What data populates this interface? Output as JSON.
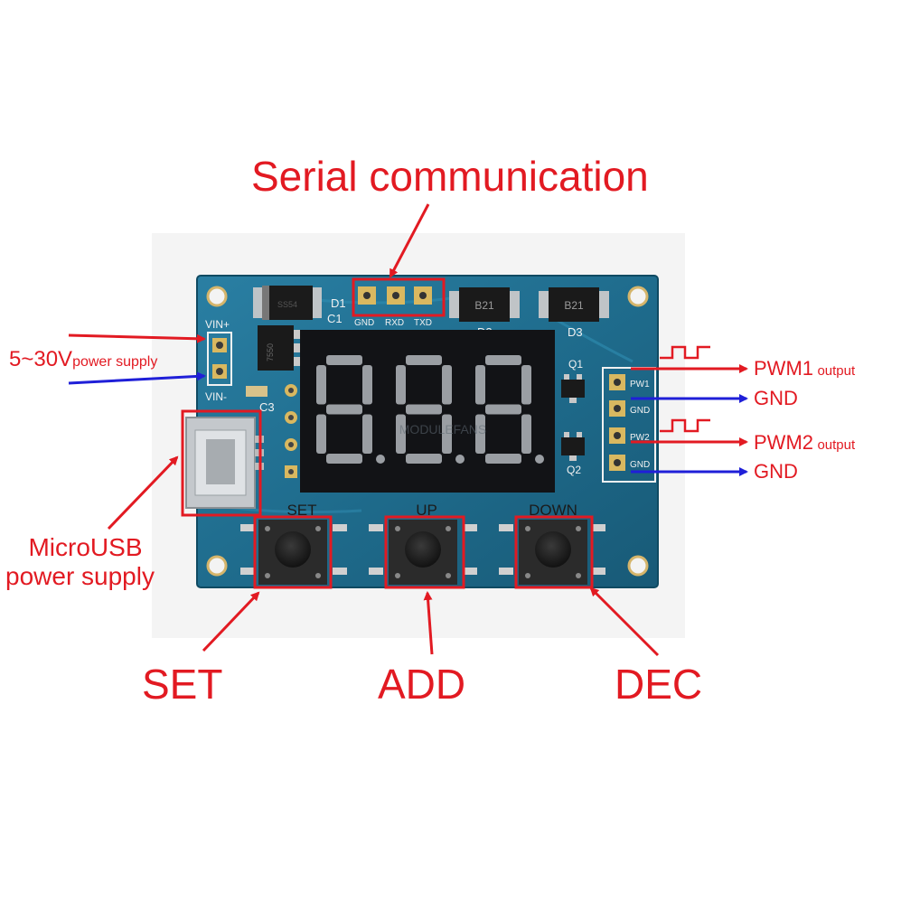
{
  "colors": {
    "callout_red": "#e21a22",
    "arrow_blue": "#1f1fd8",
    "pcb_blue": "#1f6c8d",
    "display_black": "#121316",
    "segment_grey": "#9a9ea3"
  },
  "callouts": {
    "serial": "Serial communication",
    "power_voltage": "5~30V",
    "power_suffix": "power supply",
    "microusb_line1": "MicroUSB",
    "microusb_line2": "power supply",
    "pwm1": "PWM1",
    "pwm1_suffix": "output",
    "gnd1": "GND",
    "pwm2": "PWM2",
    "pwm2_suffix": "output",
    "gnd2": "GND",
    "set": "SET",
    "add": "ADD",
    "dec": "DEC"
  },
  "board": {
    "silk_d1": "D1",
    "silk_c1": "C1",
    "silk_c3": "C3",
    "silk_d2": "D2",
    "silk_d3": "D3",
    "silk_q1": "Q1",
    "silk_q2": "Q2",
    "silk_vin_plus": "VIN+",
    "silk_vin_minus": "VIN-",
    "silk_gnd": "GND",
    "silk_rxd": "RXD",
    "silk_txd": "TXD",
    "silk_pw1": "PW1",
    "silk_gnd_a": "GND",
    "silk_pw2": "PW2",
    "silk_gnd_b": "GND",
    "diode_d2": "B21",
    "diode_d3": "B21",
    "diode_d1": "SS54",
    "regulator": "7550",
    "button_set": "SET",
    "button_up": "UP",
    "button_down": "DOWN",
    "display_digits": "888",
    "watermark": "MODULEFANS"
  }
}
